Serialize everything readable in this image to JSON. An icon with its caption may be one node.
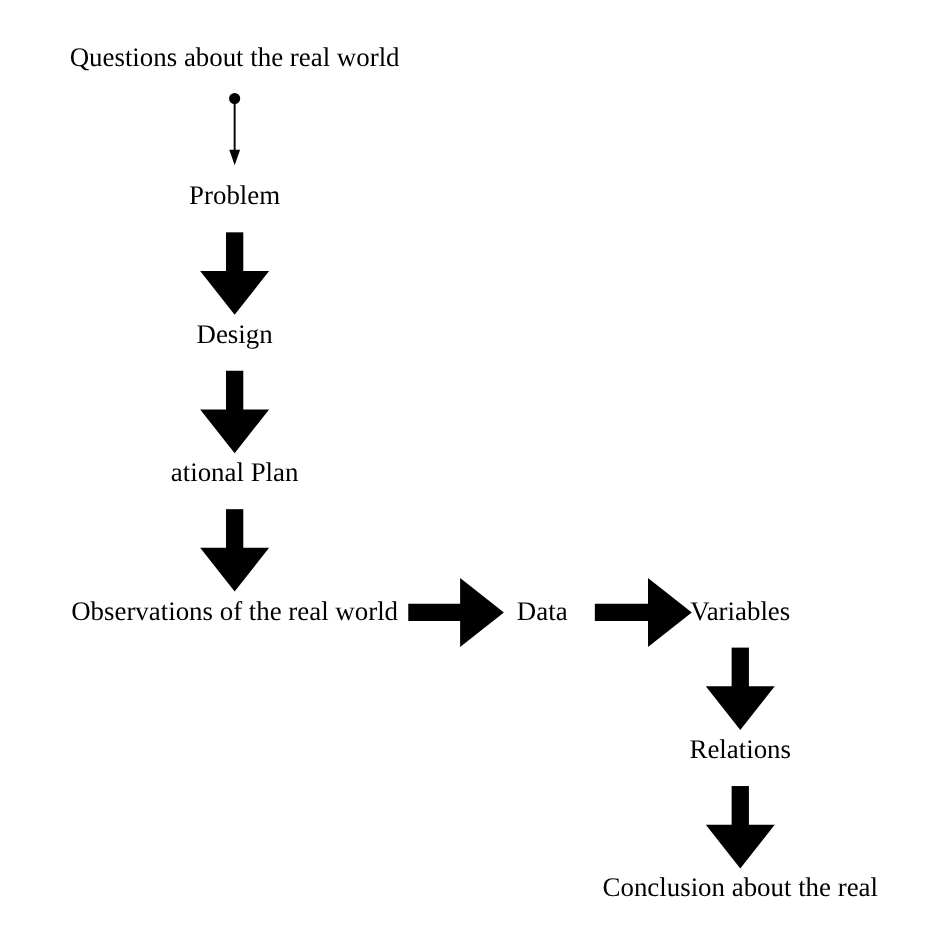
{
  "diagram": {
    "nodes": [
      {
        "text": [
          "Questions about the real world"
        ]
      },
      {
        "text": [
          "Problem"
        ]
      },
      {
        "text": [
          "Design"
        ]
      },
      {
        "text": [
          "ational Plan"
        ]
      },
      {
        "text": [
          "Observations of the real world"
        ]
      },
      {
        "text": [
          "Data"
        ]
      },
      {
        "text": [
          "Variables"
        ]
      },
      {
        "text": [
          "Relations"
        ]
      },
      {
        "text": [
          "Conclusion about the real"
        ]
      }
    ],
    "edges": [
      {
        "from": 0,
        "to": 1,
        "arrow": "to"
      },
      {
        "from": 1,
        "to": 2,
        "arrow": "to"
      },
      {
        "from": 2,
        "to": 3,
        "arrow": "to"
      },
      {
        "from": 3,
        "to": 4,
        "arrow": "to"
      },
      {
        "from": 4,
        "to": 5,
        "arrow": "to"
      },
      {
        "from": 5,
        "to": 6,
        "arrow": "to"
      },
      {
        "from": 6,
        "to": 7,
        "arrow": "to"
      },
      {
        "from": 7,
        "to": 8,
        "arrow": "to"
      }
    ]
  }
}
